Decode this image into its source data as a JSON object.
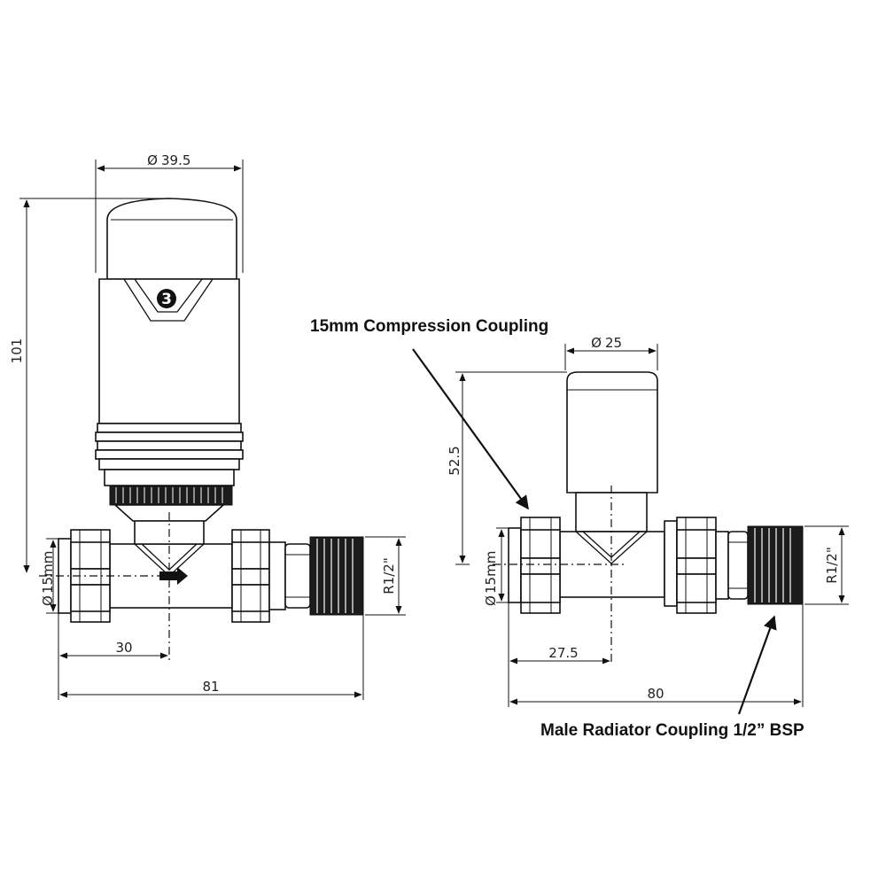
{
  "colors": {
    "line": "#111111",
    "background": "#ffffff"
  },
  "thermostatic_valve": {
    "head_number": "3",
    "head_diameter": "39.5",
    "overall_height": "101",
    "pipe_diameter": "15mm",
    "thread_size": "R1/2\"",
    "centre_to_inlet": "30",
    "overall_length": "81"
  },
  "manual_valve": {
    "head_diameter": "25",
    "height_to_centre": "52.5",
    "pipe_diameter": "15mm",
    "thread_size": "R1/2\"",
    "centre_to_inlet": "27.5",
    "overall_length": "80"
  },
  "callouts": {
    "compression": "15mm Compression Coupling",
    "male_coupling": "Male Radiator Coupling 1/2” BSP"
  },
  "symbols": {
    "diameter": "Ø"
  }
}
